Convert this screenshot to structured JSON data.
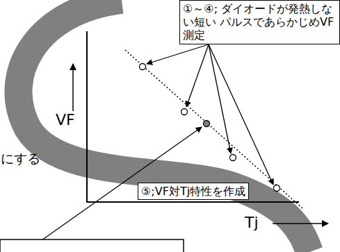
{
  "diagram": {
    "nodes": [
      {
        "text": [
          "①～④; ダイオードが発熱しない短い パルスであらかじめVF測定"
        ]
      },
      {
        "text": [
          "⑤;VF対Tj特性を作成"
        ]
      }
    ],
    "labels": [
      "VF",
      "Tj",
      "にする"
    ]
  }
}
